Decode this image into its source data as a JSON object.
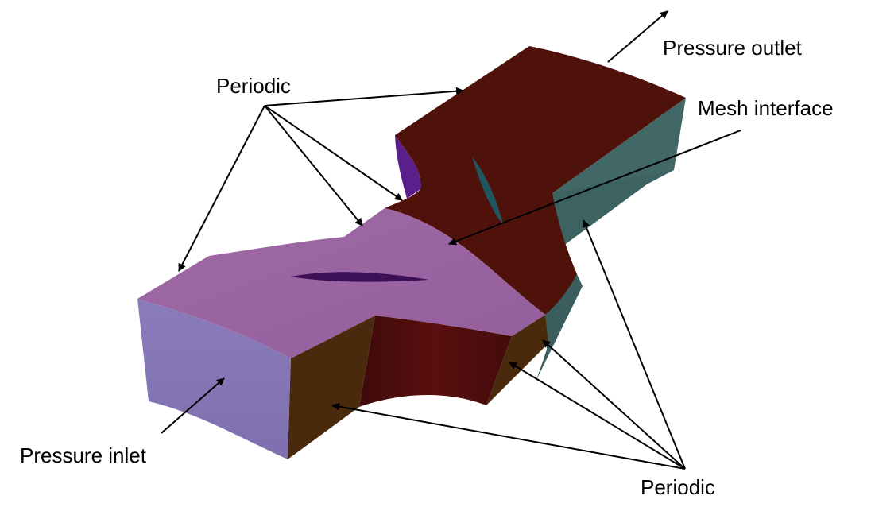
{
  "labels": {
    "pressure_outlet": "Pressure outlet",
    "periodic_top": "Periodic",
    "mesh_interface": "Mesh interface",
    "pressure_inlet": "Pressure inlet",
    "periodic_bottom": "Periodic"
  },
  "colors": {
    "inlet_face": "#8575b3",
    "top_face_inlet_block": "#9966a0",
    "top_face_outlet_block": "#4f120b",
    "side_face_teal": "#3f6565",
    "side_face_brown": "#4a2a0d",
    "inner_cavity": "#4d0c0c",
    "blade_dark": "#3c0f56",
    "blade_teal": "#1f5660",
    "violet_edge": "#5a1f8a",
    "arrow": "#000000"
  }
}
